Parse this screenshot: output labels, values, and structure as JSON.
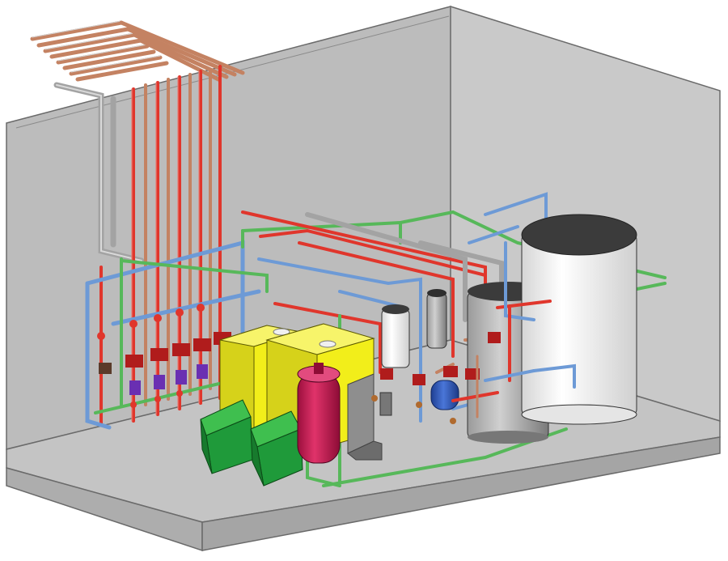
{
  "colors": {
    "wall_back": "#b9b9b9",
    "wall_right": "#c8c8c8",
    "floor": "#c2c2c2",
    "floor_front": "#adadad",
    "edge": "#6a6a6a",
    "pipe_red": "#e0362c",
    "pipe_blue": "#6d9ad6",
    "pipe_green": "#57b85a",
    "pipe_grey": "#a3a3a3",
    "pipe_copper": "#c48262",
    "boiler_yellow": "#f2ee1a",
    "burner_green": "#1f9a3a",
    "expansion_vessel": "#c3174f",
    "pump_blue": "#2e55b5",
    "tank_white": "#f2f2f2",
    "tank_top": "#3b3b3b",
    "panel_grey": "#8e8e8e"
  },
  "components": [
    "room-shell",
    "manifold-pipes",
    "heating-circuits",
    "boiler-left",
    "boiler-right",
    "burner-left",
    "burner-right",
    "expansion-vessel",
    "control-panel",
    "buffer-tank-dark",
    "storage-tank-white",
    "small-tank-white",
    "small-tank-grey",
    "circulation-pumps"
  ]
}
